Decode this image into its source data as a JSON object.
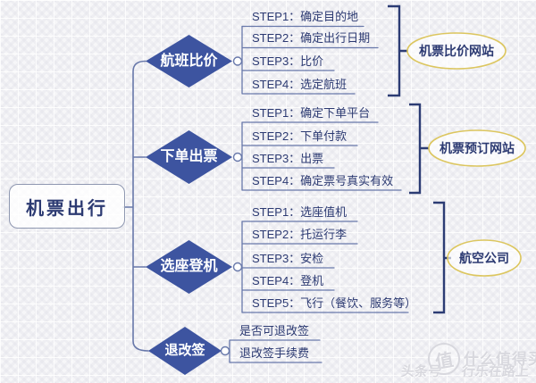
{
  "root": {
    "label": "机票出行"
  },
  "branches": [
    {
      "label": "航班比价",
      "steps": [
        "STEP1：确定目的地",
        "STEP2：确定出行日期",
        "STEP3：比价",
        "STEP4：选定航班"
      ],
      "annotation": "机票比价网站"
    },
    {
      "label": "下单出票",
      "steps": [
        "STEP1：确定下单平台",
        "STEP2：下单付款",
        "STEP3：出票",
        "STEP4：确定票号真实有效"
      ],
      "annotation": "机票预订网站"
    },
    {
      "label": "选座登机",
      "steps": [
        "STEP1：选座值机",
        "STEP2：托运行李",
        "STEP3：安检",
        "STEP4：登机",
        "STEP5：飞行（餐饮、服务等）"
      ],
      "annotation": "航空公司"
    },
    {
      "label": "退改签",
      "steps": [
        "是否可退改签",
        "退改签手续费"
      ],
      "annotation": ""
    }
  ],
  "watermark": {
    "line1": "什么值得买",
    "line2_prefix": "头条号",
    "logo_char": "值",
    "line2_suffix": "行乐在路上"
  },
  "colors": {
    "diamond_blue": "#3d54a0",
    "connector_line": "#6878aa",
    "text_navy": "#2c3a72",
    "bracket_navy": "#2c3c74",
    "ellipse_gold": "#dcc65f"
  }
}
